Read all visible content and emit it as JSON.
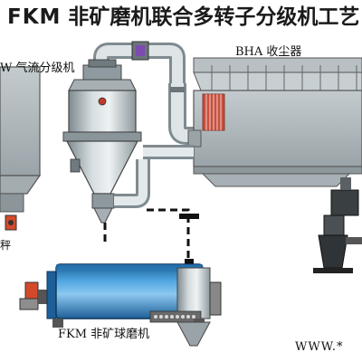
{
  "title": {
    "brand": "FKM",
    "text": "非矿磨机联合多转子分级机工艺"
  },
  "labels": {
    "classifier": "W 气流分级机",
    "dust_collector": "BHA 收尘器",
    "ball_mill": "FKM 非矿球磨机",
    "left_fragment": "秤",
    "website": "WWW.*"
  },
  "colors": {
    "machine_grey": "#a9b2b6",
    "mill_blue": "#2f86c8",
    "motor_red": "#d24a2a",
    "filter_red": "#c8503e",
    "duct": "#c6cfd3"
  }
}
